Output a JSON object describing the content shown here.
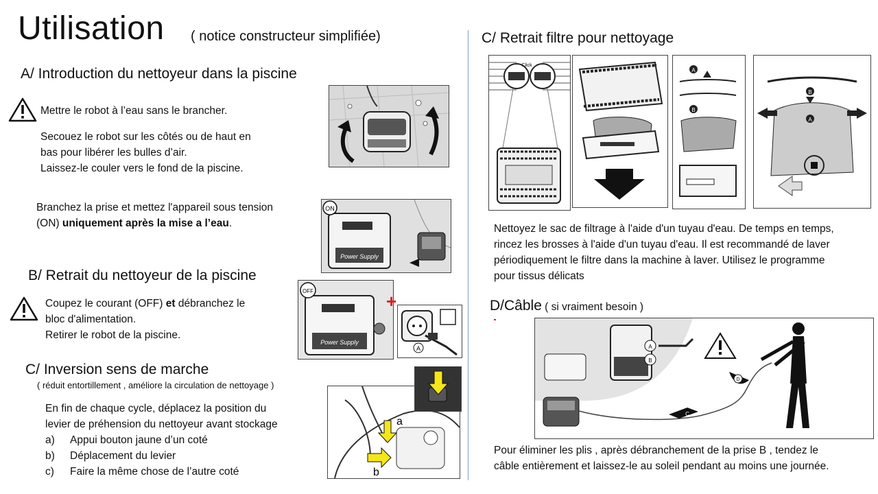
{
  "header": {
    "title": "Utilisation",
    "subtitle": "( notice constructeur simplifiée)"
  },
  "sectionA": {
    "heading": "A/ Introduction du nettoyeur dans la piscine",
    "warning": "Mettre le robot à l’eau  sans le brancher.",
    "para1_line1": "Secouez le robot sur les côtés ou de haut en",
    "para1_line2": "bas pour libérer les bulles d’air.",
    "para1_line3": "Laissez-le couler vers le fond de la piscine.",
    "para2_line1": "Branchez la prise et mettez l'appareil sous tension",
    "para2_prefix": "(ON) ",
    "para2_bold": "uniquement après la mise a l’eau",
    "para2_suffix": ".",
    "fig2_tag": "ON",
    "fig2_brand": "Power Supply"
  },
  "sectionB": {
    "heading": "B/ Retrait du nettoyeur de la piscine",
    "line1_pre": "Coupez le courant (OFF) ",
    "line1_bold": "et",
    "line1_post": " débranchez le",
    "line2": "bloc d'alimentation.",
    "line3": "Retirer le robot de la piscine.",
    "fig_tag": "OFF",
    "fig_plus": "+",
    "fig_brand": "Power Supply",
    "fig_letter": "A"
  },
  "sectionC1": {
    "heading": "C/ Inversion sens de marche",
    "subheading": "( réduit entortillement , améliore la circulation de nettoyage )",
    "line1": "En fin de chaque cycle, déplacez la position du",
    "line2": "levier de préhension du nettoyeur avant stockage",
    "items": [
      {
        "key": "a)",
        "text": "Appui bouton jaune d’un coté"
      },
      {
        "key": "b)",
        "text": "Déplacement du levier"
      },
      {
        "key": "c)",
        "text": "Faire la même chose de l’autre coté"
      }
    ],
    "fig_label_a": "a",
    "fig_label_b": "b"
  },
  "sectionC2": {
    "heading": "C/ Retrait filtre pour nettoyage",
    "click_label": "Click",
    "fig_letter_a": "A",
    "fig_letter_b": "B",
    "line1": "Nettoyez le sac de filtrage à l'aide d'un tuyau d'eau. De temps en temps,",
    "line2": "rincez les brosses à l'aide d'un tuyau d'eau. Il est recommandé de laver",
    "line3": "périodiquement le filtre dans la machine à laver. Utilisez le programme",
    "line4": "pour tissus délicats"
  },
  "sectionD": {
    "heading": "D/Câble",
    "heading_note": " ( si vraiment besoin )",
    "fig_letter_a": "A",
    "fig_letter_b": "B",
    "fig_letter_c": "C",
    "fig_letter_d": "D",
    "line1": "Pour éliminer les plis , après débranchement de la prise B , tendez le",
    "line2": "câble entièrement et laissez-le au soleil pendant au moins une journée."
  },
  "colors": {
    "divider": "#7f9cc7",
    "yellow": "#f5e61a",
    "red": "#e41b1b",
    "figure_stroke": "#333333"
  }
}
